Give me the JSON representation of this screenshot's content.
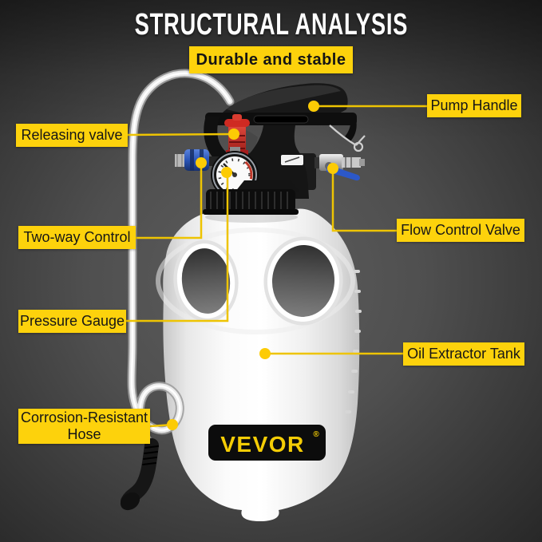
{
  "header": {
    "title": "STRUCTURAL ANALYSIS",
    "badge": "Durable and stable"
  },
  "annotations": {
    "pump_handle": "Pump Handle",
    "releasing_valve": "Releasing valve",
    "two_way_control": "Two-way Control",
    "flow_control_valve": "Flow Control Valve",
    "pressure_gauge": "Pressure Gauge",
    "oil_extractor_tank": "Oil Extractor Tank",
    "corrosion_resistant_hose": "Corrosion-Resistant\nHose"
  },
  "product": {
    "brand": "VEVOR",
    "brand_mark": "®"
  },
  "colors": {
    "accent_yellow": "#fdd20c",
    "connector_yellow": "#eec402",
    "background_gray": "#4f4f4f",
    "title_white": "#ffffff",
    "label_text": "#161616",
    "tank_white": "#f6f6f6",
    "pump_black": "#151515",
    "releasing_valve_red": "#c02a1e",
    "control_blue": "#2a55b8",
    "logo_plate_black": "#0c0c0c"
  }
}
